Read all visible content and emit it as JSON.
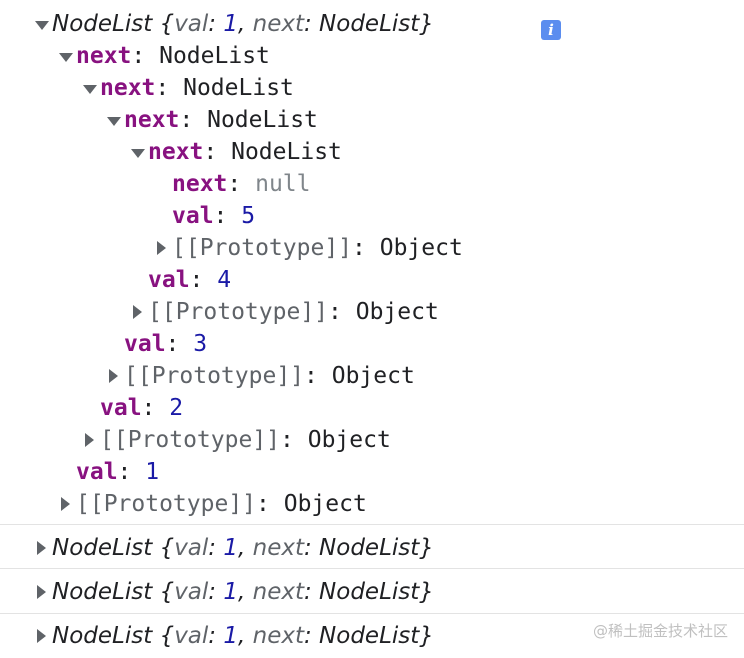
{
  "summary": {
    "type_name": "NodeList",
    "open": "{",
    "val_key": "val",
    "colon": ":",
    "val": "1",
    "comma": ",",
    "next_key": "next",
    "next_type": "NodeList",
    "close": "}"
  },
  "info_icon_glyph": "i",
  "tree": {
    "next_key": "next",
    "val_key": "val",
    "type_nodelist": "NodeList",
    "null_value": "null",
    "proto_key": "[[Prototype]]",
    "proto_value": "Object",
    "vals": [
      "5",
      "4",
      "3",
      "2",
      "1"
    ]
  },
  "watermark": "@稀土掘金技术社区"
}
